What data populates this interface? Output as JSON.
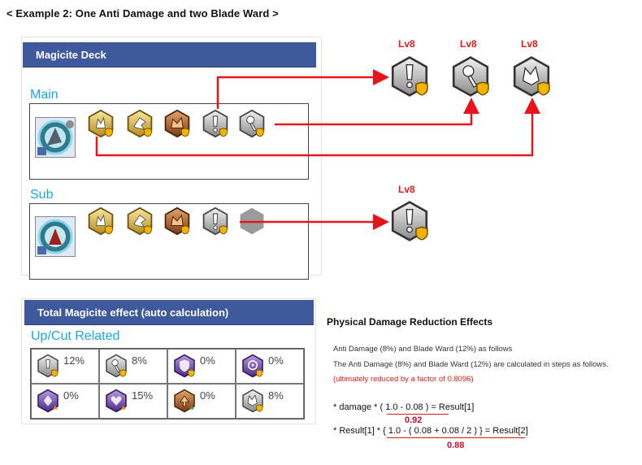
{
  "title": "< Example 2: One Anti Damage and two Blade Ward >",
  "deck_panel": {
    "header": "Magicite Deck",
    "main_label": "Main",
    "sub_label": "Sub"
  },
  "levels": {
    "main_1": "Lv8",
    "main_2": "Lv8",
    "main_3": "Lv8",
    "sub_1": "Lv8"
  },
  "effect_panel": {
    "header": "Total Magicite effect (auto calculation)",
    "section_label": "Up/Cut Related",
    "cells": [
      {
        "icon": "anti-damage-icon",
        "value": "12%"
      },
      {
        "icon": "blade-ward-icon",
        "value": "8%"
      },
      {
        "icon": "shield-buff-icon",
        "value": "0%"
      },
      {
        "icon": "magic-ward-icon",
        "value": "0%"
      },
      {
        "icon": "magic-up-icon",
        "value": "0%"
      },
      {
        "icon": "heart-up-icon",
        "value": "15%"
      },
      {
        "icon": "physical-up-icon",
        "value": "0%"
      },
      {
        "icon": "beast-ward-icon",
        "value": "8%"
      }
    ]
  },
  "calculation": {
    "title": "Physical Damage Reduction Effects",
    "line1": "Anti Damage (8%) and Blade Ward (12%) as follows",
    "line2": "The Anti Damage (8%) and Blade Ward (12%) are calculated in steps as follows.",
    "line3": "(ultimately reduced by a factor of 0.8096)",
    "formula1": "* damage * ( 1.0 - 0.08 ) = Result[1]",
    "result1": "0.92",
    "formula2": "* Result[1] * { 1.0 - ( 0.08 + 0.08 / 2 ) } = Result[2]",
    "result2": "0.88"
  },
  "colors": {
    "header_bg": "#3f5a9c",
    "section_label": "#1aa6e6",
    "arrow": "#e8141c",
    "level_text": "#e01a1a"
  }
}
